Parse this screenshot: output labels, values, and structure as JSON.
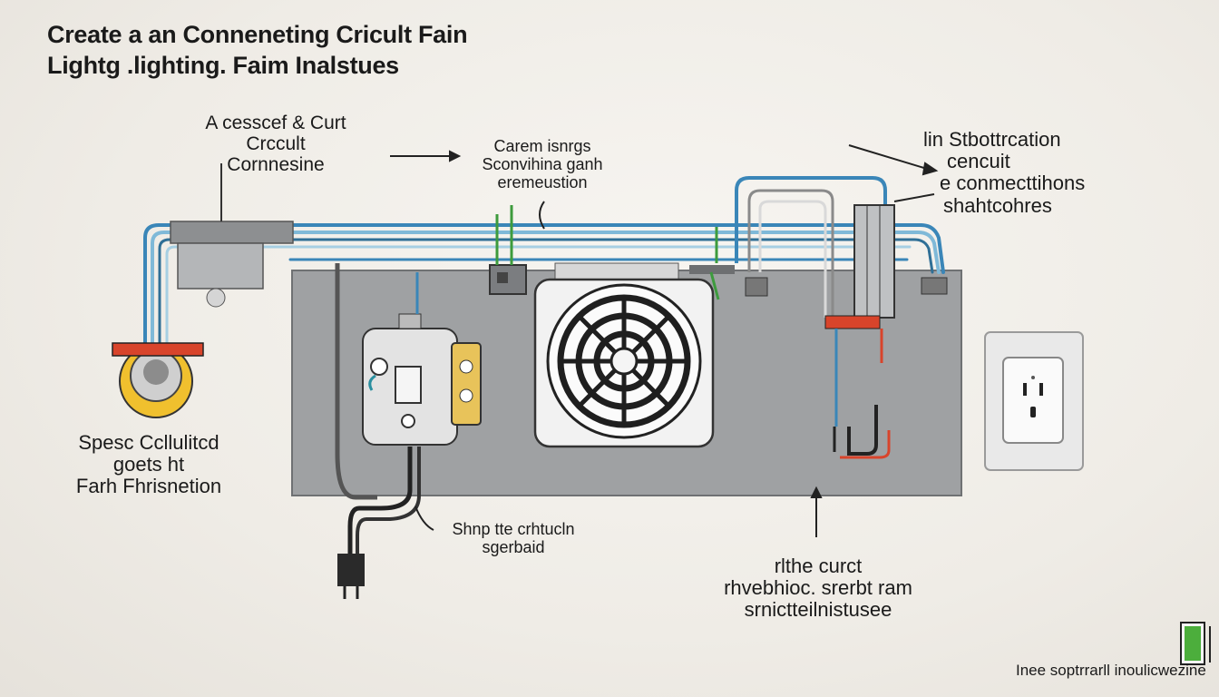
{
  "title": {
    "line1": "Create a an Conneneting Cricult Fain",
    "line2": "Lightg .lighting. Faim Inalstues"
  },
  "labels": {
    "top_left": [
      "A cesscef  &  Curt",
      "Crccult",
      "Cornnesine"
    ],
    "top_center": [
      "Carem isnrgs",
      "Sconvihina ganh",
      "eremeustion"
    ],
    "top_right": [
      "lin  Stbottrcation",
      "cencuit",
      "e conmecttihons",
      "shahtcohres"
    ],
    "left_bottom": [
      "Spesc Ccllulitcd",
      "goets ht",
      "Farh Fhrisnetion"
    ],
    "center_bottom": [
      "Shnp  tte  crhtucln",
      "sgerbaid"
    ],
    "right_bottom": [
      "rlthe curct",
      "rhvebhioc. srerbt ram",
      "srnictteilnistusee"
    ],
    "footer": "Inee soptrrarll inoulicwezine"
  },
  "colors": {
    "wire_blue": "#3a86b8",
    "wire_light_blue": "#7fb9d8",
    "panel_gray": "#9fa1a3",
    "red_bar": "#d8442b",
    "yellow_ring": "#f0c02e",
    "green_wire": "#3d9b3d",
    "outlet_plate": "#e9e9e9"
  },
  "icons": [
    "fan-icon",
    "switch-box-icon",
    "outlet-icon",
    "plug-icon",
    "light-fixture-icon",
    "junction-box-icon",
    "battery-icon"
  ]
}
